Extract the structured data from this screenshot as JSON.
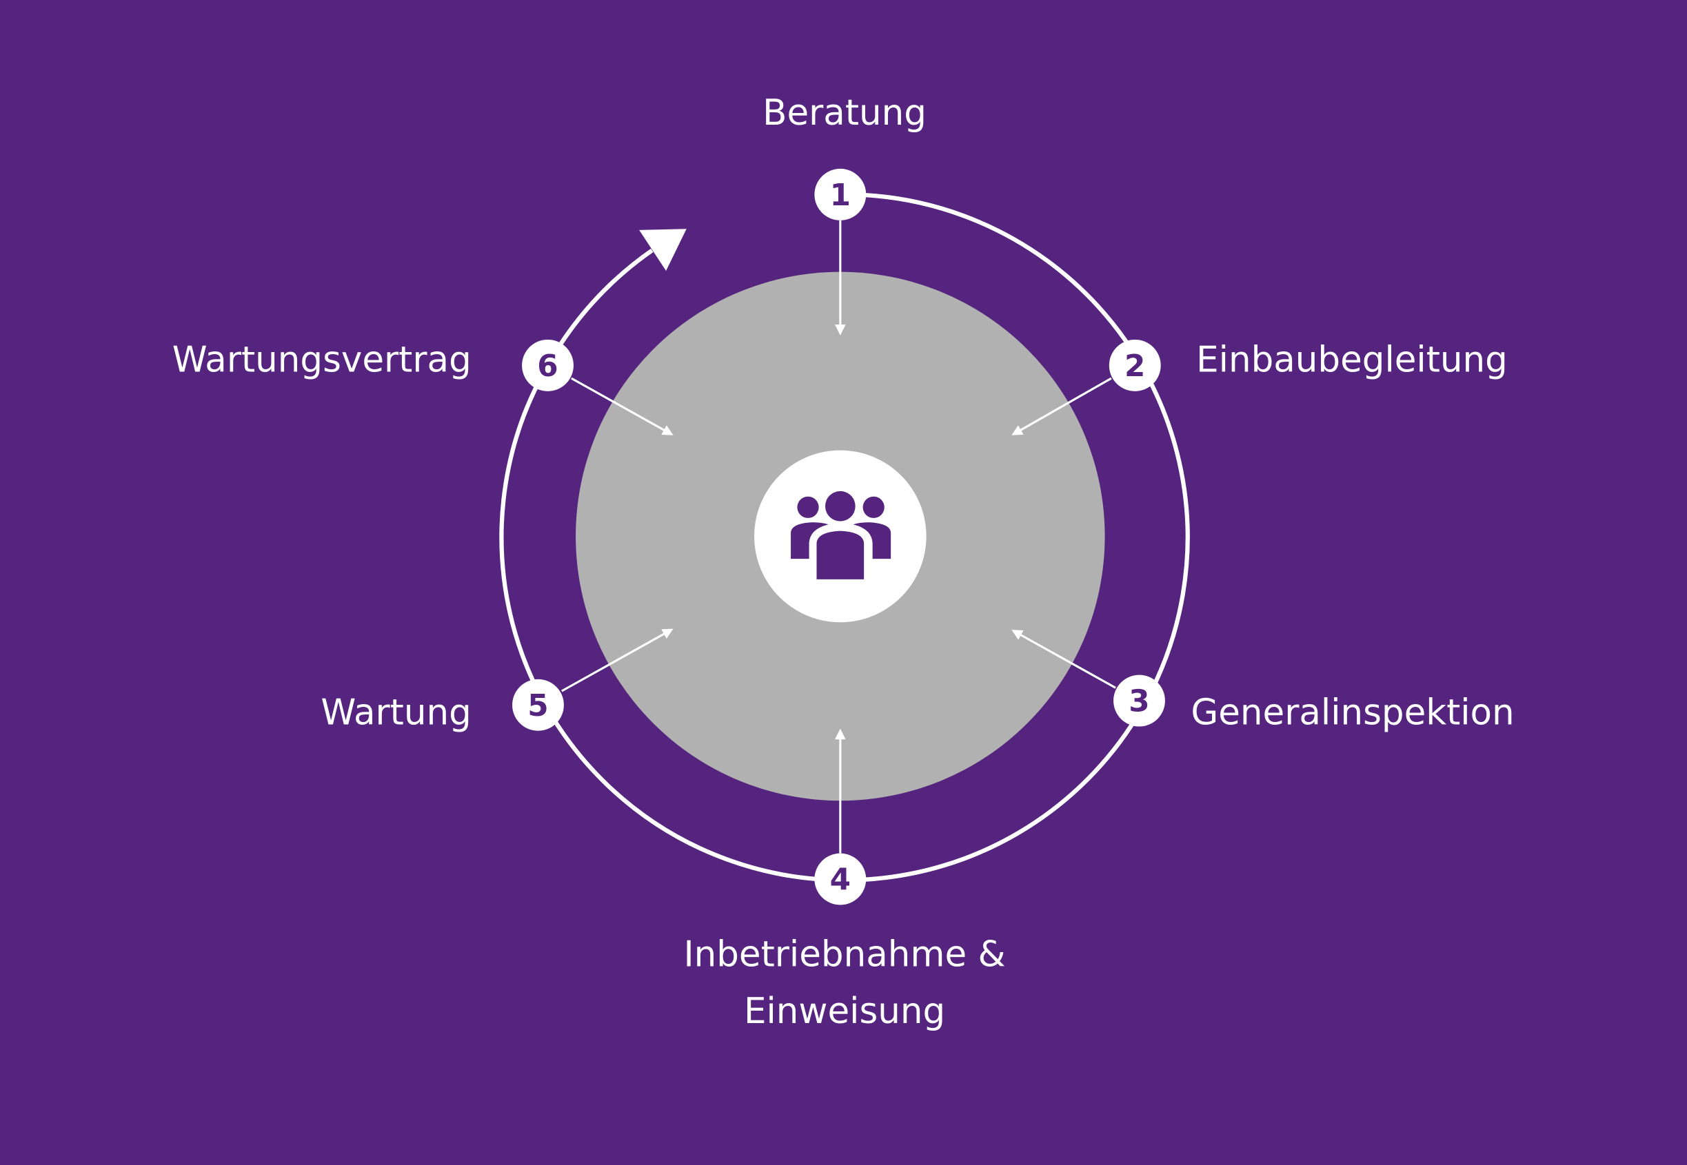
{
  "colors": {
    "background": "#55247e",
    "core": "#b1b1b1",
    "ring": "#ffffff",
    "accent": "#55247e"
  },
  "center": {
    "icon": "people-group-icon"
  },
  "steps": [
    {
      "number": "1",
      "label": "Beratung"
    },
    {
      "number": "2",
      "label": "Einbaubegleitung"
    },
    {
      "number": "3",
      "label": "Generalinspektion"
    },
    {
      "number": "4",
      "label_line1": "Inbetriebnahme &",
      "label_line2": "Einweisung"
    },
    {
      "number": "5",
      "label": "Wartung"
    },
    {
      "number": "6",
      "label": "Wartungsvertrag"
    }
  ]
}
